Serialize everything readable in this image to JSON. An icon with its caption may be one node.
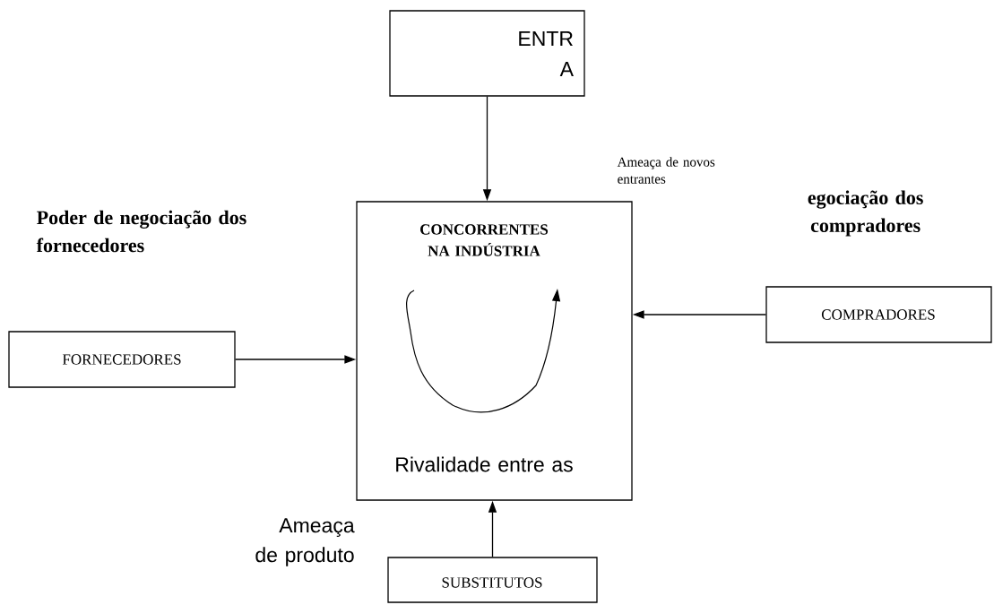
{
  "diagram": {
    "nodes": [
      {
        "text": [
          "ENTR A"
        ]
      },
      {
        "text": [
          "CONCORRENTES NA INDÚSTRIA",
          "Rivalidade entre as"
        ]
      },
      {
        "text": [
          "FORNECEDORES"
        ]
      },
      {
        "text": [
          "COMPRADORES"
        ]
      },
      {
        "text": [
          "SUBSTITUTOS"
        ]
      }
    ],
    "edges": [
      {
        "from": 0,
        "to": 1,
        "arrow": "to"
      },
      {
        "from": 2,
        "to": 1,
        "arrow": "to"
      },
      {
        "from": 3,
        "to": 1,
        "arrow": "to"
      },
      {
        "from": 4,
        "to": 1,
        "arrow": "to"
      }
    ],
    "labels": [
      "Ameaça de novos entrantes",
      "Poder de negociação dos fornecedores",
      "egociação dos compradores",
      "Ameaça de produto"
    ]
  }
}
